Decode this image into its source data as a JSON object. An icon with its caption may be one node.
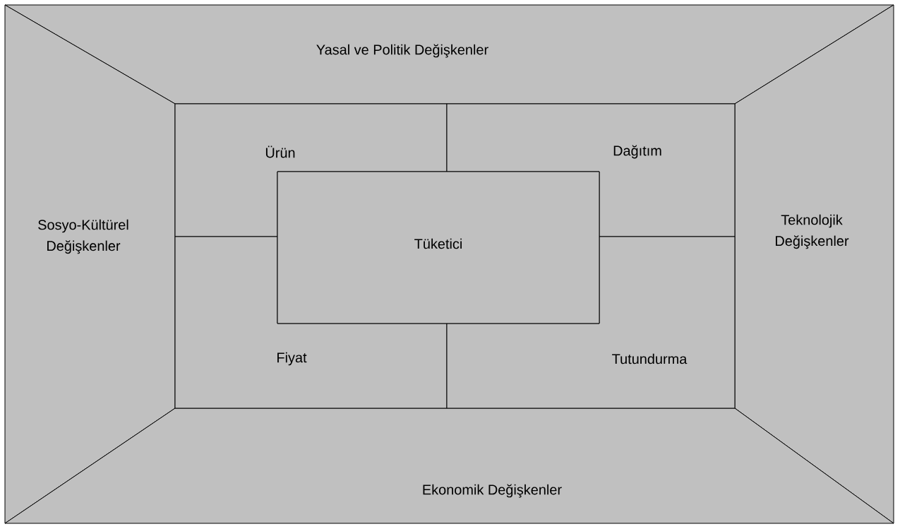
{
  "diagram": {
    "nodes": [
      {
        "text": [
          "Yasal ve Politik Değişkenler"
        ]
      },
      {
        "text": [
          "Sosyo-Kültürel Değişkenler"
        ]
      },
      {
        "text": [
          "Teknolojik Değişkenler"
        ]
      },
      {
        "text": [
          "Ekonomik Değişkenler"
        ]
      },
      {
        "text": [
          "Ürün"
        ]
      },
      {
        "text": [
          "Dağıtım"
        ]
      },
      {
        "text": [
          "Fiyat"
        ]
      },
      {
        "text": [
          "Tutundurma"
        ]
      },
      {
        "text": [
          "Tüketici"
        ]
      }
    ]
  }
}
